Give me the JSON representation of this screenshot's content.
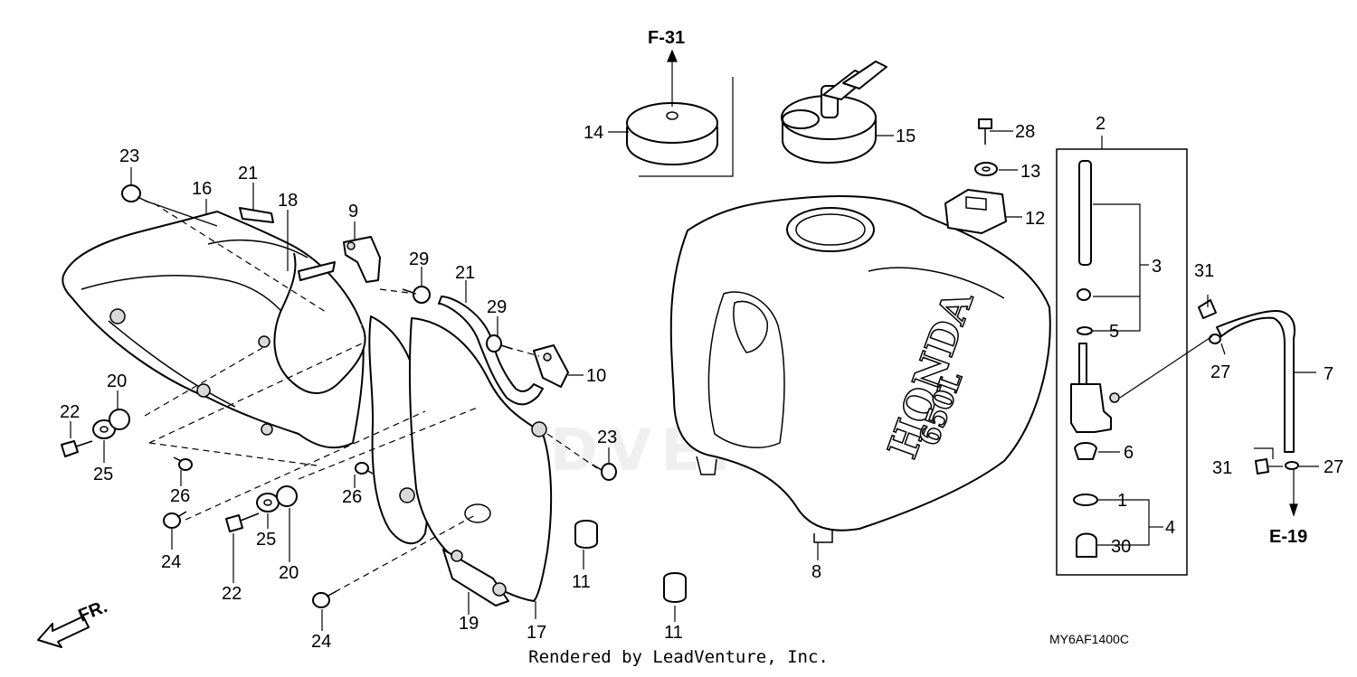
{
  "diagram_code": "MY6AF1400C",
  "watermark_text": "LEADVENTURE",
  "footer_text": "Rendered by LeadVenture, Inc.",
  "front_indicator": "FR.",
  "tank_marking": {
    "brand": "HONDA",
    "capacity": "650L"
  },
  "references": {
    "top": "F-31",
    "right": "E-19"
  },
  "callouts": {
    "c1": "1",
    "c2": "2",
    "c3": "3",
    "c4": "4",
    "c5": "5",
    "c6": "6",
    "c7": "7",
    "c8": "8",
    "c9": "9",
    "c10": "10",
    "c11a": "11",
    "c11b": "11",
    "c12": "12",
    "c13": "13",
    "c14": "14",
    "c15": "15",
    "c16": "16",
    "c17": "17",
    "c18": "18",
    "c19": "19",
    "c20a": "20",
    "c20b": "20",
    "c21a": "21",
    "c21b": "21",
    "c22a": "22",
    "c22b": "22",
    "c23a": "23",
    "c23b": "23",
    "c24a": "24",
    "c24b": "24",
    "c25a": "25",
    "c25b": "25",
    "c26a": "26",
    "c26b": "26",
    "c27a": "27",
    "c27b": "27",
    "c28": "28",
    "c29a": "29",
    "c29b": "29",
    "c30": "30",
    "c31a": "31",
    "c31b": "31"
  }
}
